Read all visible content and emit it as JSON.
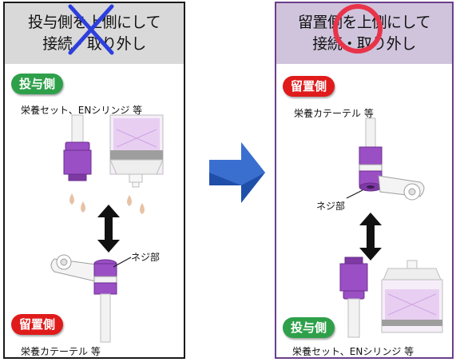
{
  "left": {
    "header_line1": "投与側を上側にして",
    "header_line2": "接続・取り外し",
    "top_badge": "投与側",
    "top_label": "栄養セット、ENシリンジ 等",
    "screw_label": "ネジ部",
    "bottom_badge": "留置側",
    "bottom_label": "栄養カテーテル 等"
  },
  "right": {
    "header_line1": "留置側を上側にして",
    "header_line2": "接続・取り外し",
    "top_badge": "留置側",
    "top_label": "栄養カテーテル 等",
    "screw_label": "ネジ部",
    "bottom_badge": "投与側",
    "bottom_label": "栄養セット、ENシリンジ 等"
  },
  "colors": {
    "purple_connector": "#9b4fc4",
    "green_badge": "#2ea04a",
    "red_badge": "#e01b1b",
    "arrow_blue": "#1f4fa8",
    "cross_blue": "#2d3fdc",
    "circle_red": "#e8344a"
  },
  "icons": {
    "wrong": "cross-mark-icon",
    "correct": "circle-mark-icon",
    "direction": "right-arrow-icon"
  }
}
